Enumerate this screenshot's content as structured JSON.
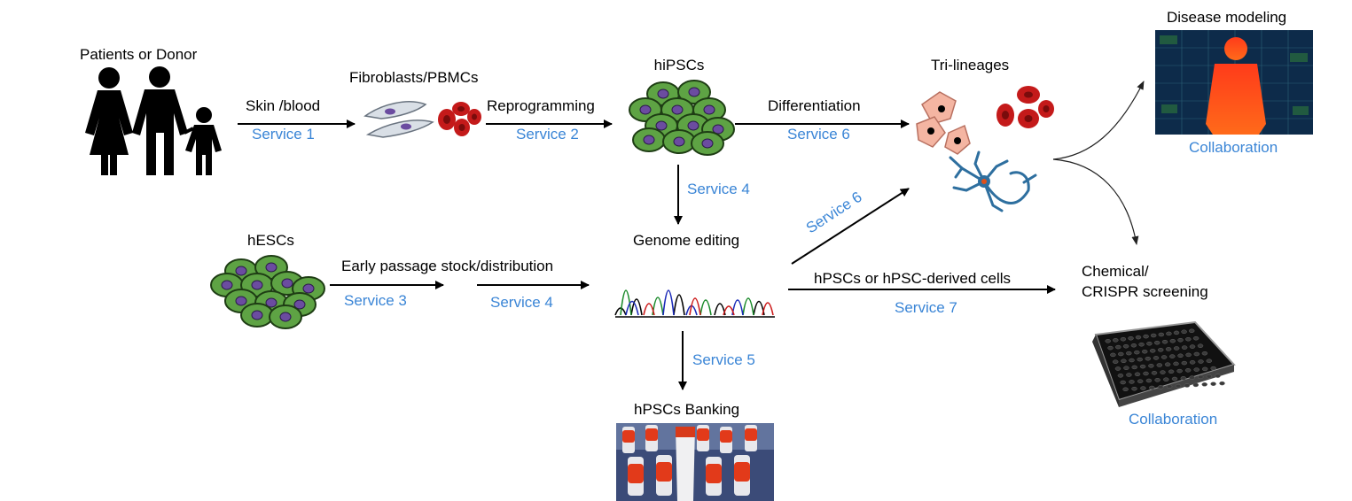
{
  "colors": {
    "service": "#3a85d6",
    "collaboration": "#3a85d6",
    "arrow": "#000000",
    "cell_green": "#5ea344",
    "cell_nucleus": "#6b4ca0",
    "red_cell": "#c41a1a",
    "neuron": "#2e6f9f"
  },
  "icons": {
    "family": "family-silhouette-icon",
    "fibroblast": "fibroblast-cells-icon",
    "red_blood_cells": "red-blood-cells-icon",
    "cell_colony": "cell-colony-icon",
    "chromatogram": "dna-sequencing-chromatogram-icon",
    "neuron": "neuron-icon",
    "tube_rack": "tube-rack-photo-icon",
    "heatmap_person": "heatmap-person-icon",
    "well_plate": "multiwell-plate-icon"
  },
  "nodes": {
    "patients": "Patients or Donor",
    "fibroblasts": "Fibroblasts/PBMCs",
    "hipscs": "hiPSCs",
    "trilineages": "Tri-lineages",
    "disease_modeling": "Disease modeling",
    "hescs": "hESCs",
    "genome_editing": "Genome editing",
    "hpscs_banking": "hPSCs Banking",
    "screening_line1": "Chemical/",
    "screening_line2": "CRISPR screening"
  },
  "edges": {
    "skin_blood": "Skin /blood",
    "reprogramming": "Reprogramming",
    "differentiation": "Differentiation",
    "early_passage": "Early passage stock/distribution",
    "hpsc_derived": "hPSCs or hPSC-derived cells"
  },
  "services": {
    "s1": "Service 1",
    "s2": "Service 2",
    "s3": "Service 3",
    "s4a": "Service 4",
    "s4b": "Service 4",
    "s5": "Service 5",
    "s6a": "Service 6",
    "s6b": "Service 6",
    "s7": "Service 7"
  },
  "collaboration": {
    "disease": "Collaboration",
    "screening": "Collaboration"
  }
}
